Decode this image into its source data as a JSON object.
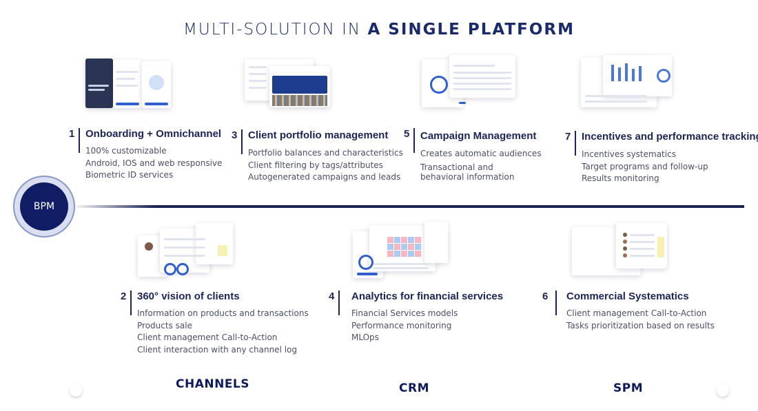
{
  "title": {
    "light": "MULTI-SOLUTION IN",
    "bold": "A SINGLE PLATFORM"
  },
  "center_label": "BPM",
  "features": [
    {
      "number": "1",
      "heading": "Onboarding + Omnichannel",
      "items": [
        "100% customizable",
        "Android, IOS and web responsive",
        "Biometric ID services"
      ]
    },
    {
      "number": "3",
      "heading": "Client portfolio management",
      "items": [
        "Portfolio balances and characteristics",
        "Client filtering by tags/attributes",
        "Autogenerated campaigns and leads"
      ]
    },
    {
      "number": "5",
      "heading": "Campaign Management",
      "items": [
        "Creates automatic audiences",
        "Transactional and behavioral information"
      ]
    },
    {
      "number": "7",
      "heading": "Incentives and performance tracking",
      "items": [
        "Incentives systematics",
        "Target programs and follow-up",
        "Results monitoring"
      ]
    },
    {
      "number": "2",
      "heading": "360° vision of clients",
      "items": [
        "Information on products and transactions",
        "Products sale",
        "Client management Call-to-Action",
        "Client interaction with any channel log"
      ]
    },
    {
      "number": "4",
      "heading": "Analytics for financial services",
      "items": [
        "Financial Services models",
        "Performance monitoring",
        "MLOps"
      ]
    },
    {
      "number": "6",
      "heading": "Commercial Systematics",
      "items": [
        "Client management Call-to-Action",
        "Tasks prioritization based on results"
      ]
    }
  ],
  "categories": [
    "CHANNELS",
    "CRM",
    "SPM"
  ],
  "colors": {
    "navy": "#1b2454",
    "accent": "#101d63"
  }
}
